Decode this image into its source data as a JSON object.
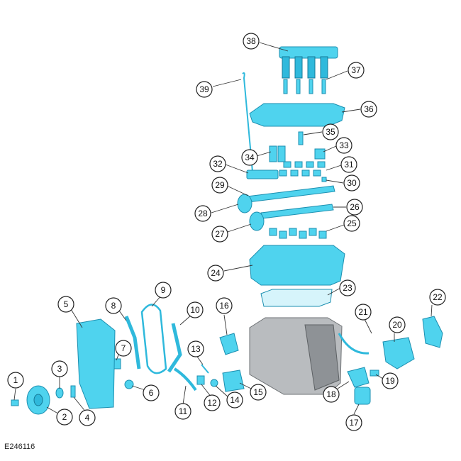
{
  "figure_id": "E246116",
  "callouts": [
    "1",
    "2",
    "3",
    "4",
    "5",
    "6",
    "7",
    "8",
    "9",
    "10",
    "11",
    "12",
    "13",
    "14",
    "15",
    "16",
    "17",
    "18",
    "19",
    "20",
    "21",
    "22",
    "23",
    "24",
    "25",
    "26",
    "27",
    "28",
    "29",
    "30",
    "31",
    "32",
    "33",
    "34",
    "35",
    "36",
    "37",
    "38",
    "39"
  ],
  "colors": {
    "part": "#4fd3ee",
    "block": "#b9bcbf",
    "outline": "#222222"
  }
}
